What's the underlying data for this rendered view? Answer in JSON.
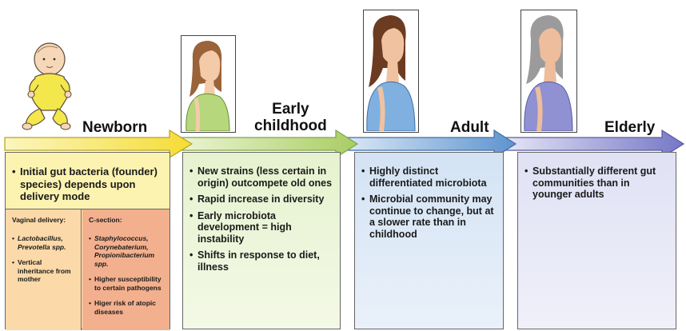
{
  "stages": [
    {
      "title": "Newborn",
      "bullets": [
        "Initial gut bacteria (founder) species) depends upon delivery mode"
      ],
      "delivery": {
        "vaginal": {
          "heading": "Vaginal delivery:",
          "items": [
            "Lactobacillus, Prevotella spp.",
            "Vertical inheritance from mother"
          ]
        },
        "csection": {
          "heading": "C-section:",
          "items": [
            "Staphylococcus, Corynebaterium, Propionibacterium spp.",
            "Higher susceptibility to certain pathogens",
            "Higer risk of atopic diseases"
          ]
        }
      }
    },
    {
      "title_line1": "Early",
      "title_line2": "childhood",
      "bullets": [
        "New strains (less certain in origin) outcompete old ones",
        "Rapid increase in diversity",
        "Early microbiota development = high instability",
        "Shifts in response to diet, illness"
      ]
    },
    {
      "title": "Adult",
      "bullets": [
        "Highly distinct differentiated microbiota",
        "Microbial community may continue to change, but at a slower rate than in childhood"
      ]
    },
    {
      "title": "Elderly",
      "bullets": [
        "Substantially different gut communities than in younger adults"
      ]
    }
  ],
  "colors": {
    "newborn_panel": "#fdf3b0",
    "newborn_delivery": "#f3b08e",
    "childhood_panel": "#e1f0c8",
    "adult_panel": "#cfe0f2",
    "elderly_panel": "#dedff2",
    "arrow_yellow": "#f9e64a",
    "arrow_green": "#b7d67a",
    "arrow_blue": "#7aa7d8",
    "arrow_purple": "#8d8fd0"
  },
  "icons": [
    "baby-icon",
    "girl-portrait-icon",
    "woman-portrait-icon",
    "elderly-woman-portrait-icon"
  ]
}
